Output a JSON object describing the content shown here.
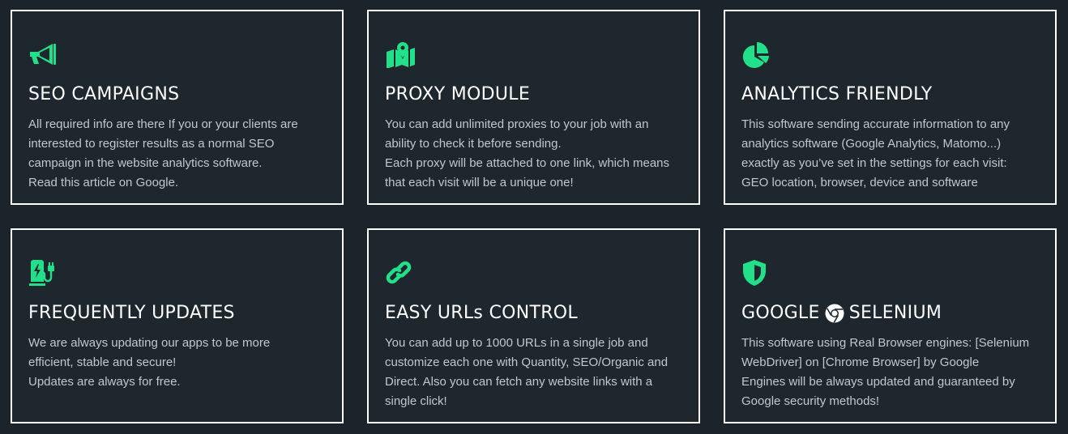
{
  "accent_color": "#22e08a",
  "cards": [
    {
      "icon": "megaphone-icon",
      "title": "SEO CAMPAIGNS",
      "description": "All required info are there If you or your clients are\ninterested to register results as a normal SEO\ncampaign in the website analytics software.\nRead this article on Google."
    },
    {
      "icon": "map-location-icon",
      "title": "PROXY MODULE",
      "description": "You can add unlimited proxies to your job with an\nability to check it before sending.\nEach proxy will be attached to one link, which means\nthat each visit will be a unique one!"
    },
    {
      "icon": "pie-chart-icon",
      "title": "ANALYTICS FRIENDLY",
      "description": "This software sending accurate information to any\nanalytics software (Google Analytics, Matomo...)\nexactly as you’ve set in the settings for each visit:\nGEO location, browser, device and software"
    },
    {
      "icon": "charging-station-icon",
      "title": "FREQUENTLY UPDATES",
      "description": "We are always updating our apps to be more\nefficient, stable and secure!\nUpdates are always for free."
    },
    {
      "icon": "link-icon",
      "title": "EASY URLs CONTROL",
      "description": "You can add up to 1000 URLs in a single job and\ncustomize each one with Quantity, SEO/Organic and\nDirect. Also you can fetch any website links with a\nsingle click!"
    },
    {
      "icon": "shield-icon",
      "title_left": "GOOGLE",
      "title_icon": "chrome-icon",
      "title_right": "SELENIUM",
      "description": "This software using Real Browser engines: [Selenium\nWebDriver] on [Chrome Browser] by Google\nEngines will be always updated and guaranteed by\nGoogle security methods!"
    }
  ]
}
